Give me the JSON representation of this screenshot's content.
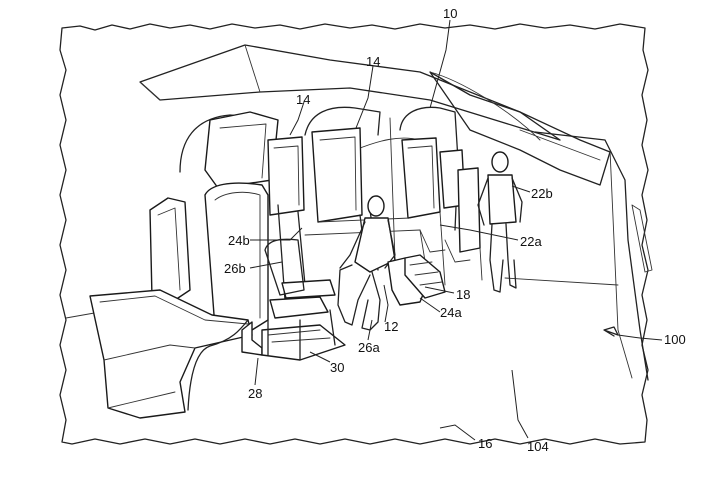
{
  "figure": {
    "labels": {
      "cabin": "10",
      "upper_seat_left": "14",
      "upper_seat_mid": "14",
      "passenger_upper": "22b",
      "passenger_lower": "22a",
      "upper_step_24b": "24b",
      "upper_back_26b": "26b",
      "floor_18": "18",
      "lower_step_24a": "24a",
      "floor_12": "12",
      "lower_back_26a": "26a",
      "frame_30": "30",
      "frame_28": "28",
      "aircraft": "100",
      "floor_16": "16",
      "floor_104": "104"
    }
  }
}
